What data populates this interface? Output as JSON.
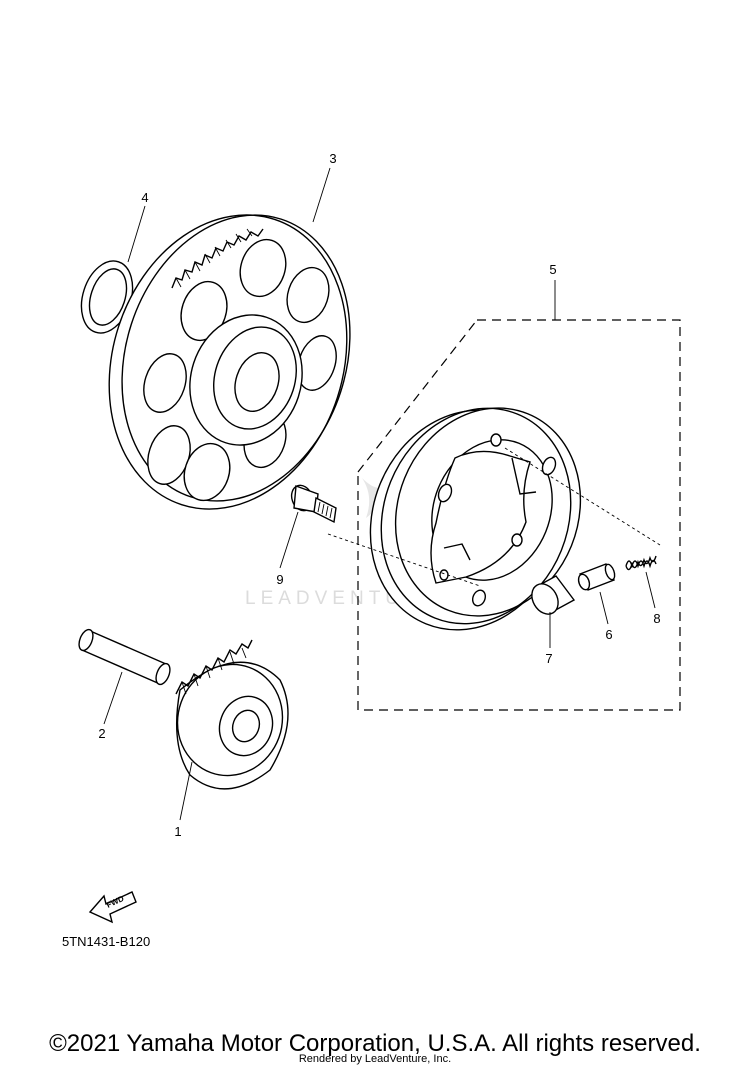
{
  "diagram": {
    "callouts": [
      "1",
      "2",
      "3",
      "4",
      "5",
      "6",
      "7",
      "8",
      "9"
    ],
    "fwd_label": "FWD",
    "drawing_code": "5TN1431-B120",
    "watermark": "LEADVENTURE"
  },
  "footer": {
    "copyright": "©2021 Yamaha Motor Corporation, U.S.A. All rights reserved.",
    "rendered_by": "Rendered by LeadVenture, Inc."
  }
}
